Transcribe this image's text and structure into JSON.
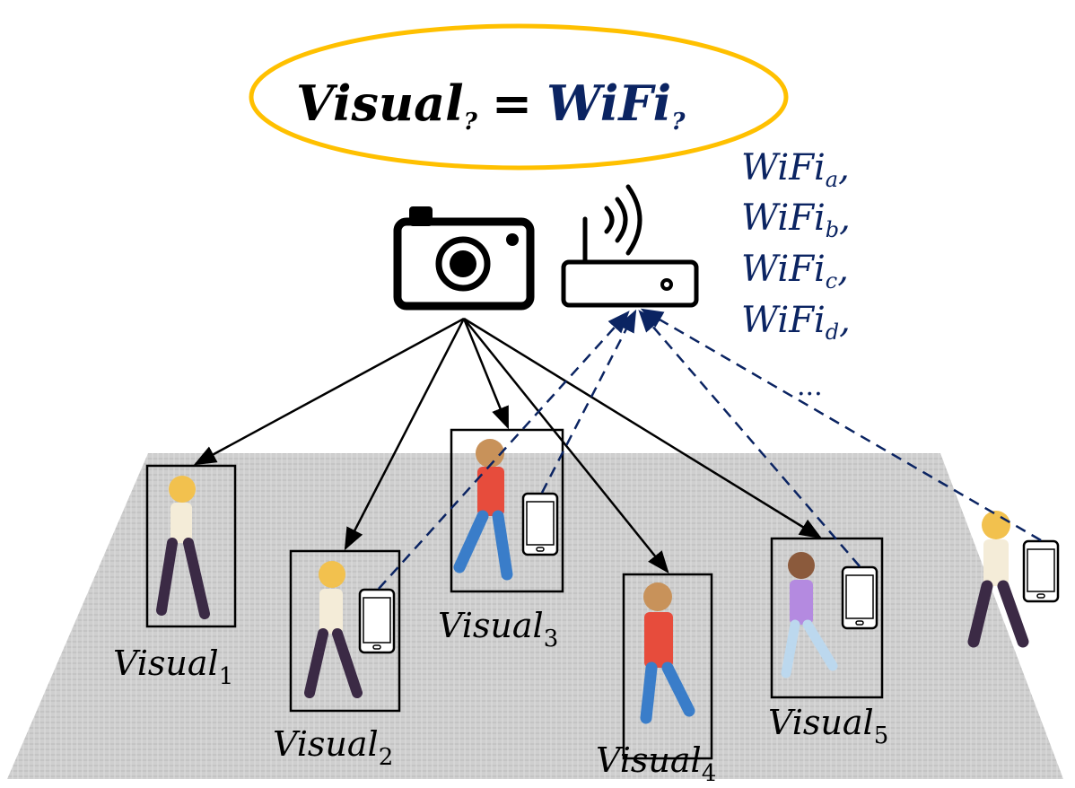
{
  "title": {
    "left": "Visual",
    "left_sub": "?",
    "equals": "=",
    "right": "WiFi",
    "right_sub": "?"
  },
  "wifi_list": [
    {
      "base": "WiFi",
      "sub": "a",
      "suffix": ","
    },
    {
      "base": "WiFi",
      "sub": "b",
      "suffix": ","
    },
    {
      "base": "WiFi",
      "sub": "c",
      "suffix": ","
    },
    {
      "base": "WiFi",
      "sub": "d",
      "suffix": ","
    }
  ],
  "wifi_ellipsis": "...",
  "visual_labels": [
    {
      "base": "Visual",
      "sub": "1"
    },
    {
      "base": "Visual",
      "sub": "2"
    },
    {
      "base": "Visual",
      "sub": "3"
    },
    {
      "base": "Visual",
      "sub": "4"
    },
    {
      "base": "Visual",
      "sub": "5"
    }
  ],
  "colors": {
    "ellipse": "#FFC000",
    "wifi_text": "#0B2462",
    "dashed": "#0B2462",
    "floor": "#c9c9c9"
  }
}
